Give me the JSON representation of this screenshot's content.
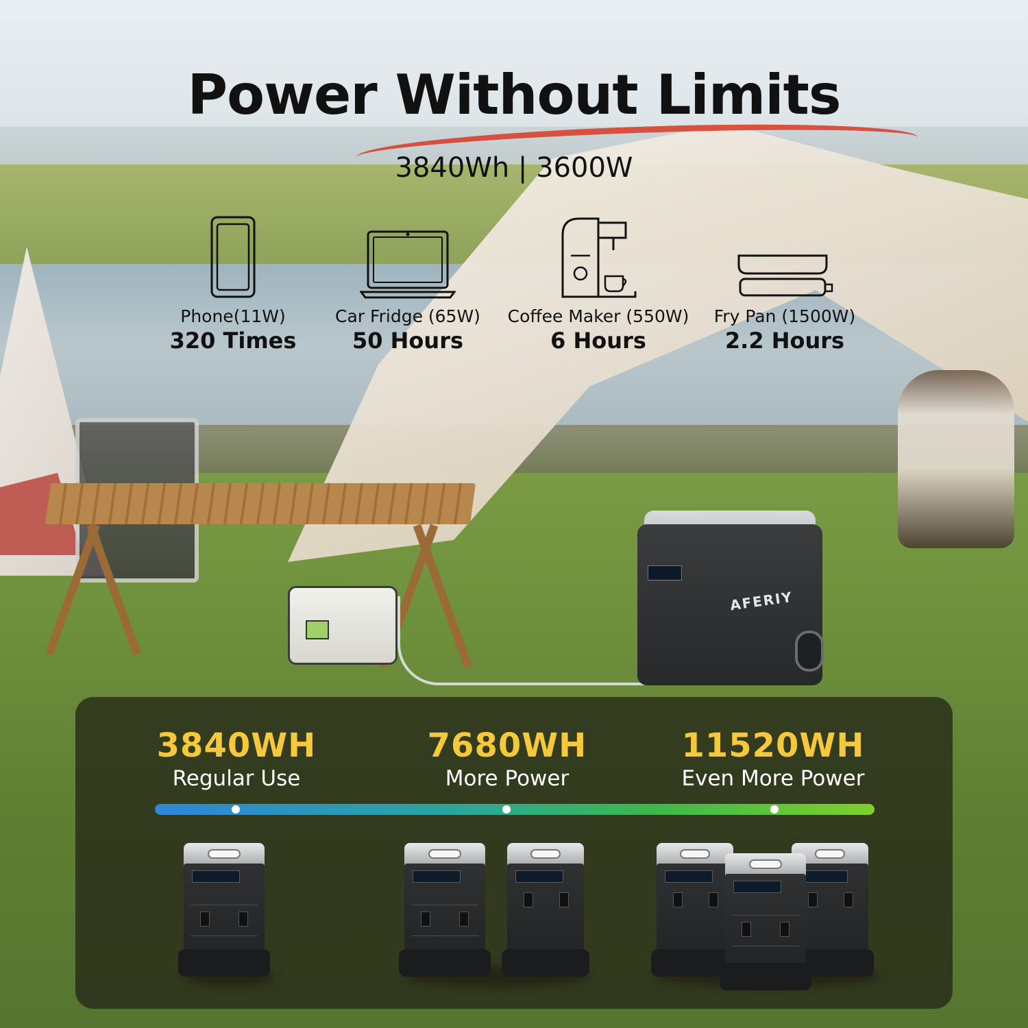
{
  "header": {
    "title": "Power Without Limits",
    "subtitle": "3840Wh | 3600W"
  },
  "usage": [
    {
      "icon": "phone-icon",
      "label": "Phone(11W)",
      "value": "320 Times"
    },
    {
      "icon": "car-fridge-icon",
      "label": "Car Fridge (65W)",
      "value": "50 Hours"
    },
    {
      "icon": "coffee-maker-icon",
      "label": "Coffee Maker (550W)",
      "value": "6 Hours"
    },
    {
      "icon": "fry-pan-icon",
      "label": "Fry Pan (1500W)",
      "value": "2.2 Hours"
    }
  ],
  "product": {
    "brand": "AFERIY"
  },
  "capacity": [
    {
      "amount": "3840WH",
      "description": "Regular Use",
      "units": 1
    },
    {
      "amount": "7680WH",
      "description": "More Power",
      "units": 2
    },
    {
      "amount": "11520WH",
      "description": "Even More Power",
      "units": 3
    }
  ],
  "colors": {
    "accent_yellow": "#f6c83a",
    "bar_start": "#2f86d8",
    "bar_end": "#7fcf2a",
    "panel_bg": "#282c1a"
  }
}
